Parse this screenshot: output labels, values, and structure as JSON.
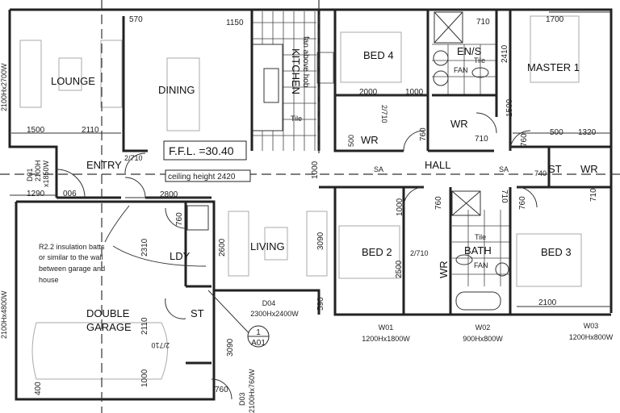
{
  "rooms": {
    "lounge": "LOUNGE",
    "dining": "DINING",
    "kitchen": "KITCHEN",
    "bed4": "BED 4",
    "ens": "EN/S",
    "master": "MASTER 1",
    "entry": "ENTRY",
    "hall": "HALL",
    "st_hall": "ST",
    "wr_hall": "WR",
    "wr_bed4": "WR",
    "wr_ens": "WR",
    "living": "LIVING",
    "ldy": "LDY",
    "st_garage": "ST",
    "garage_line1": "DOUBLE",
    "garage_line2": "GARAGE",
    "bed2": "BED 2",
    "wr_bed2": "WR",
    "bath": "BATH",
    "bed3": "BED 3"
  },
  "notes": {
    "ffl": "F.F.L. =30.40",
    "ceiling": "ceiling height 2420",
    "fan_above_hob": "fan above hob",
    "tile_kitchen": "Tile",
    "tile_ens": "Tile",
    "tile_bath": "Tile",
    "fan_ens": "FAN",
    "fan_bath": "FAN",
    "sa1": "SA",
    "sa2": "SA",
    "insulation": [
      "R2.2 insulation batts",
      "or similar to the wall",
      "between garage and",
      "house"
    ],
    "section_num": "1",
    "section_ref": "A01"
  },
  "openings": {
    "lounge_window": "2100Hx2700W",
    "garage_door": "2100Hx4800W",
    "d01": [
      "D01",
      "2100H",
      "x1850W"
    ],
    "d04": [
      "D04",
      "2300Hx2400W"
    ],
    "d03": [
      "D03",
      "2100Hx760W"
    ],
    "w01": [
      "W01",
      "1200Hx1800W"
    ],
    "w02": [
      "W02",
      "900Hx800W"
    ],
    "w03": [
      "W03",
      "1200Hx800W"
    ]
  },
  "dimensions": {
    "d570": "570",
    "d1150": "1150",
    "d1500": "1500",
    "d2110": "2110",
    "d2710_entry": "2/710",
    "d1290": "1290",
    "d006": "006",
    "d2800": "2800",
    "d1000_hall": "1000",
    "d2000": "2000",
    "d1000_bed4": "1000",
    "d2710_bed4": "2/710",
    "d500_bed4": "500",
    "d760_bed4": "760",
    "d710_ens": "710",
    "d2410": "2410",
    "d710_wr": "710",
    "d1500_m": "1500",
    "d760_m": "760",
    "d1700": "1700",
    "d500_m": "500",
    "d1320": "1320",
    "d740": "740",
    "d710_hallwr": "710",
    "d760_ldy": "760",
    "d2310": "2310",
    "d2600": "2600",
    "d3090_liv": "3090",
    "d2110_g": "2110",
    "d1000_g": "1000",
    "d400": "400",
    "d2710_st": "2/710",
    "d3090_g": "3090",
    "d760_g": "760",
    "d590": "590",
    "d1000_bed2": "1000",
    "d2500": "2500",
    "d2710_bed2": "2/710",
    "d760_bed2": "760",
    "d710_bath": "710",
    "d760_bed3": "760",
    "d2100": "2100"
  }
}
